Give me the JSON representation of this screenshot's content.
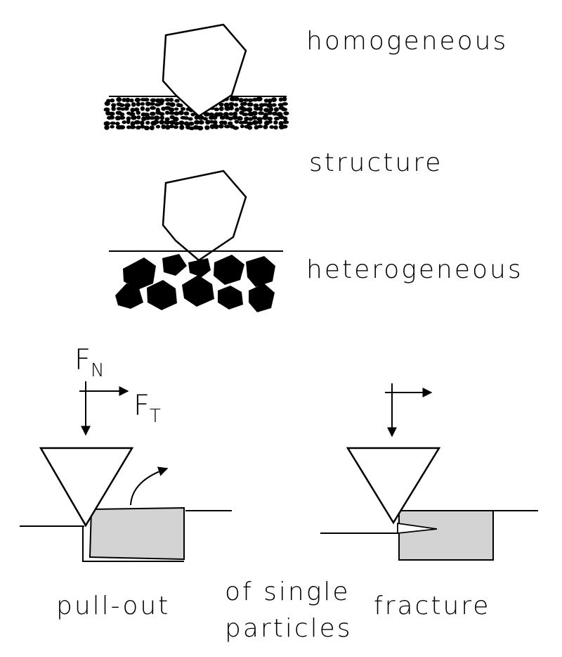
{
  "labels": {
    "homogeneous": "homogeneous",
    "structure": "structure",
    "heterogeneous": "heterogeneous",
    "force_normal_symbol": "F",
    "force_normal_subscript": "N",
    "force_tangential_symbol": "F",
    "force_tangential_subscript": "T",
    "pull_out": "pull-out",
    "of_single": "of single",
    "particles": "particles",
    "fracture": "fracture"
  },
  "colors": {
    "ink": "#000000",
    "particle_fill": "#d3d3d3",
    "background": "#ffffff"
  }
}
